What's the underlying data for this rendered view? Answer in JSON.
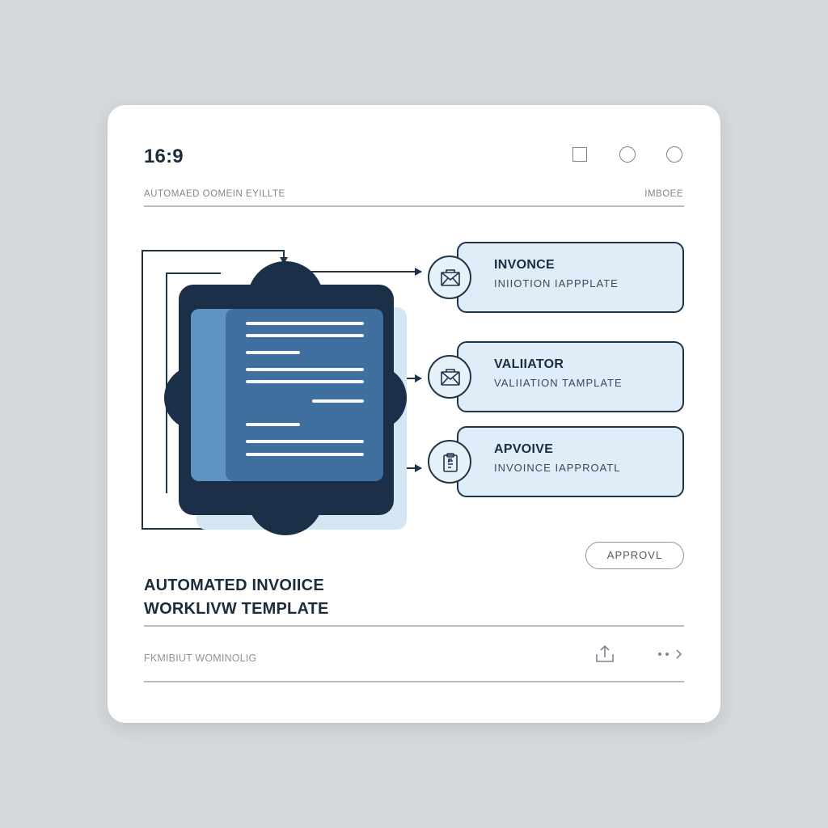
{
  "header": {
    "aspect_label": "16:9",
    "subtitle_left": "AUTOMAED OOMEIN EYILLTE",
    "subtitle_right": "IMBOEE"
  },
  "window_controls": [
    "square-icon",
    "circle-icon",
    "circle-icon"
  ],
  "steps": [
    {
      "title": "INVONCE",
      "subtitle": "INIIOTION  IAPPPLATE",
      "icon": "envelope-icon"
    },
    {
      "title": "VALIIATOR",
      "subtitle": "VALIIATION  TAMPLATE",
      "icon": "envelope-icon"
    },
    {
      "title": "APVOIVE",
      "subtitle": "INVOINCE  IAPPROATL",
      "icon": "clipboard-icon"
    }
  ],
  "approve_button": {
    "label": "APPROVL"
  },
  "main_title": {
    "line1": "AUTOMATED INVOIICE",
    "line2": "WORKLIVW TEMPLATE"
  },
  "footer": {
    "text": "FKMIBIUT WOMINOLIG",
    "share_icon": "share-icon",
    "more_icon": "more-arrow-icon"
  },
  "colors": {
    "background": "#d6d9db",
    "card": "#ffffff",
    "navy": "#1f3449",
    "step_fill": "#deedf7",
    "document_blue": "#4a7fae"
  }
}
